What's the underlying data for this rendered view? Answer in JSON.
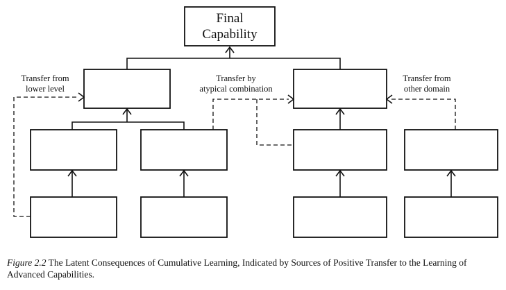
{
  "diagram": {
    "final_box": {
      "line1": "Final",
      "line2": "Capability"
    },
    "transfers": {
      "lower_level": {
        "line1": "Transfer from",
        "line2": "lower level"
      },
      "atypical": {
        "line1": "Transfer by",
        "line2": "atypical combination"
      },
      "other_domain": {
        "line1": "Transfer from",
        "line2": "other domain"
      }
    }
  },
  "caption": {
    "figure_label": "Figure 2.2",
    "text": " The Latent Consequences of Cumulative Learning, Indicated by Sources of Positive Transfer to the Learning of Advanced Capabilities."
  }
}
